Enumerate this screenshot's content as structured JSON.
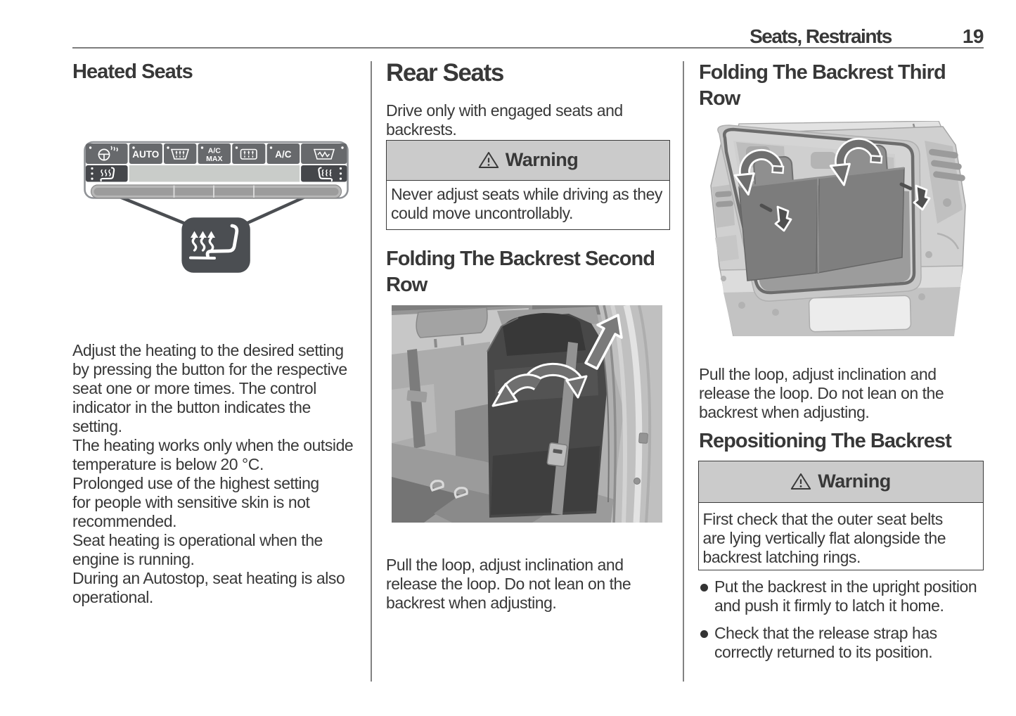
{
  "header": {
    "chapter": "Seats, Restraints",
    "page_number": "19"
  },
  "col1": {
    "heading": "Heated Seats",
    "body": "Adjust the heating to the desired setting\nby pressing the button for the respective\nseat one or more times. The control\nindicator in the button indicates the\nsetting.\nThe heating works only when the outside\ntemperature is below 20 °C.\nProlonged use of the highest setting\nfor people with sensitive skin is not\nrecommended.\nSeat heating is operational when the\nengine is running.\nDuring an Autostop, seat heating is also\noperational.",
    "panel": {
      "auto_label": "AUTO",
      "ac_max_line1": "A/C",
      "ac_max_line2": "MAX",
      "ac_label": "A/C"
    }
  },
  "col2": {
    "heading": "Rear Seats",
    "intro": "Drive only with engaged seats and\nbackrests.",
    "warning": {
      "title": "Warning",
      "text": "Never adjust seats while driving as they\ncould move uncontrollably."
    },
    "subheading": "Folding The Backrest Second\nRow",
    "caption": "Pull the loop, adjust inclination and\nrelease the loop. Do not lean on the\nbackrest when adjusting."
  },
  "col3": {
    "heading": "Folding The Backrest Third\nRow",
    "caption": "Pull the loop, adjust inclination and\nrelease the loop. Do not lean on the\nbackrest when adjusting.",
    "subheading": "Repositioning The Backrest",
    "warning": {
      "title": "Warning",
      "text": "First check that the outer seat belts\nare lying vertically flat alongside the\nbackrest latching rings."
    },
    "bullets": [
      "Put the backrest in the upright position\nand push it firmly to latch it home.",
      "Check that the release strap has\ncorrectly returned to its position."
    ]
  },
  "colors": {
    "text": "#383838",
    "rule": "#7d7d7d",
    "warning_header_bg": "#cbcbcb",
    "warning_border": "#3a3a3a"
  },
  "icons": {
    "warning": "warning-triangle-icon",
    "heated_seat": "heated-seat-icon",
    "heated_steering_wheel": "heated-steering-wheel-icon",
    "front_demist": "front-demist-icon",
    "rear_defrost": "rear-window-heating-icon",
    "auto_demist": "auto-demist-icon"
  }
}
